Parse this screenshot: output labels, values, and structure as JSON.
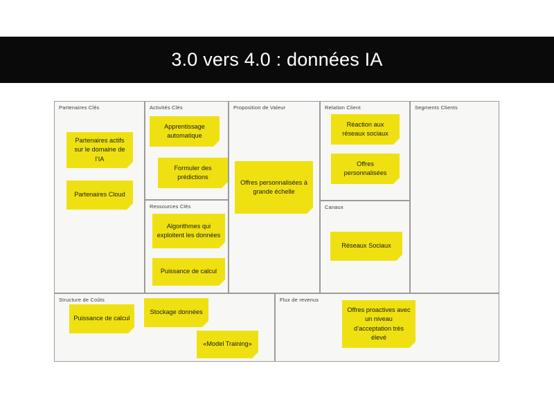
{
  "slide": {
    "title": "3.0 vers 4.0 : données IA",
    "background_color": "#ffffff",
    "banner_color": "#0a0a0a",
    "note_color": "#efe111",
    "cell_background": "#f7f7f5",
    "cell_border_color": "#9a9a9a"
  },
  "canvas": {
    "type": "business-model-canvas",
    "cells": [
      {
        "key": "key_partners",
        "title": "Partenaires Clés",
        "notes": [
          {
            "text": "Partenaires actifs sur le domaine de l’IA"
          },
          {
            "text": "Partenaires Cloud"
          }
        ]
      },
      {
        "key": "key_activities",
        "title": "Activités Clés",
        "notes": [
          {
            "text": "Apprentissage automatique"
          },
          {
            "text": "Formuler des prédictions"
          }
        ]
      },
      {
        "key": "key_resources",
        "title": "Ressources Clés",
        "notes": [
          {
            "text": "Algorithmes qui exploitent les données"
          },
          {
            "text": "Puissance de calcul"
          }
        ]
      },
      {
        "key": "value_proposition",
        "title": "Proposition de Valeur",
        "notes": [
          {
            "text": "Offres personnalisées à grande échelle"
          }
        ]
      },
      {
        "key": "customer_relationships",
        "title": "Relation Client",
        "notes": [
          {
            "text": "Réaction aux réseaux sociaux"
          },
          {
            "text": "Offres personnalisées"
          }
        ]
      },
      {
        "key": "channels",
        "title": "Canaux",
        "notes": [
          {
            "text": "Réseaux Sociaux"
          }
        ]
      },
      {
        "key": "customer_segments",
        "title": "Segments Clients",
        "notes": []
      },
      {
        "key": "cost_structure",
        "title": "Structure de Coûts",
        "notes": [
          {
            "text": "Puissance de calcul"
          },
          {
            "text": "Stockage données"
          },
          {
            "text": "«Model Training»"
          }
        ]
      },
      {
        "key": "revenue_streams",
        "title": "Flux de revenus",
        "notes": [
          {
            "text": "Offres proactives avec un niveau d’acceptation très élevé"
          }
        ]
      }
    ]
  }
}
